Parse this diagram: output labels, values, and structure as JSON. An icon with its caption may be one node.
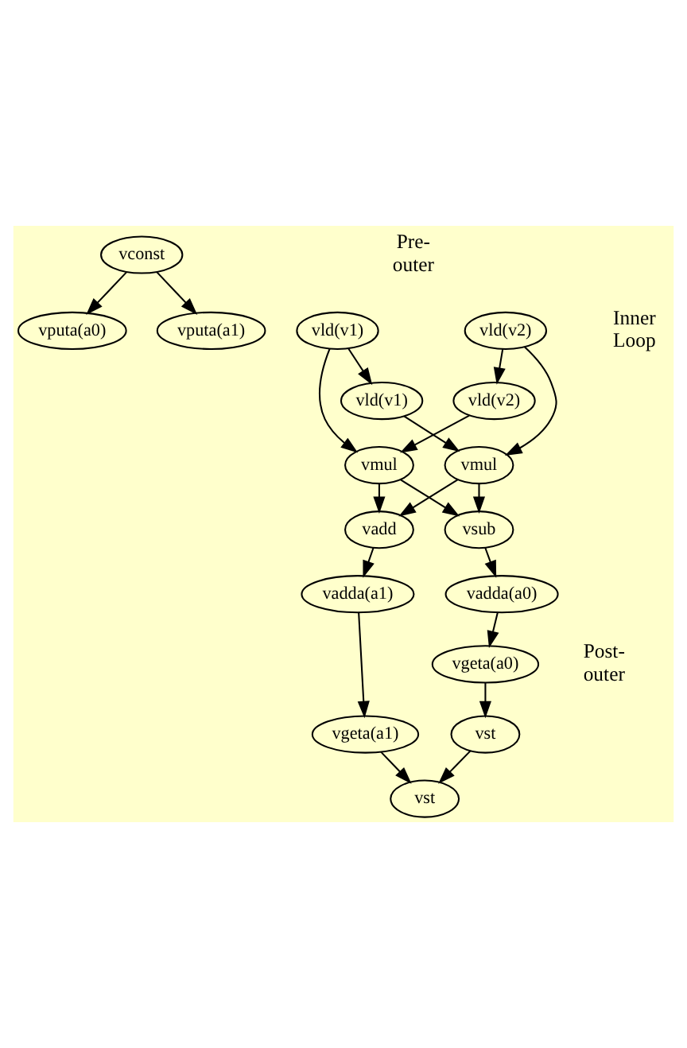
{
  "diagram": {
    "nodes": [
      {
        "text": [
          "vconst"
        ]
      },
      {
        "text": [
          "vputa(a0)"
        ]
      },
      {
        "text": [
          "vputa(a1)"
        ]
      },
      {
        "text": [
          "vld(v1)"
        ]
      },
      {
        "text": [
          "vld(v2)"
        ]
      },
      {
        "text": [
          "vld(v1)"
        ]
      },
      {
        "text": [
          "vld(v2)"
        ]
      },
      {
        "text": [
          "vmul"
        ]
      },
      {
        "text": [
          "vmul"
        ]
      },
      {
        "text": [
          "vsub"
        ]
      },
      {
        "text": [
          "vadd"
        ]
      },
      {
        "text": [
          "vadda(a0)"
        ]
      },
      {
        "text": [
          "vadda(a1)"
        ]
      },
      {
        "text": [
          "vgeta(a0)"
        ]
      },
      {
        "text": [
          "vgeta(a1)"
        ]
      },
      {
        "text": [
          "vst"
        ]
      },
      {
        "text": [
          "vst"
        ]
      }
    ],
    "edges": [
      {
        "from": 0,
        "to": 1,
        "arrow": "to"
      },
      {
        "from": 0,
        "to": 2,
        "arrow": "to"
      },
      {
        "from": 3,
        "to": 5,
        "arrow": "to"
      },
      {
        "from": 4,
        "to": 6,
        "arrow": "to"
      },
      {
        "from": 3,
        "to": 7,
        "arrow": "to"
      },
      {
        "from": 4,
        "to": 8,
        "arrow": "to"
      },
      {
        "from": 5,
        "to": 8,
        "arrow": "to"
      },
      {
        "from": 6,
        "to": 7,
        "arrow": "to"
      },
      {
        "from": 7,
        "to": 9,
        "arrow": "to"
      },
      {
        "from": 7,
        "to": 10,
        "arrow": "to"
      },
      {
        "from": 8,
        "to": 9,
        "arrow": "to"
      },
      {
        "from": 8,
        "to": 10,
        "arrow": "to"
      },
      {
        "from": 9,
        "to": 11,
        "arrow": "to"
      },
      {
        "from": 10,
        "to": 12,
        "arrow": "to"
      },
      {
        "from": 11,
        "to": 13,
        "arrow": "to"
      },
      {
        "from": 12,
        "to": 14,
        "arrow": "to"
      },
      {
        "from": 13,
        "to": 15,
        "arrow": "to"
      },
      {
        "from": 15,
        "to": 16,
        "arrow": "to"
      },
      {
        "from": 14,
        "to": 16,
        "arrow": "to"
      }
    ],
    "labels": [
      "Pre- outer",
      "Inner Loop",
      "Post- outer"
    ]
  }
}
